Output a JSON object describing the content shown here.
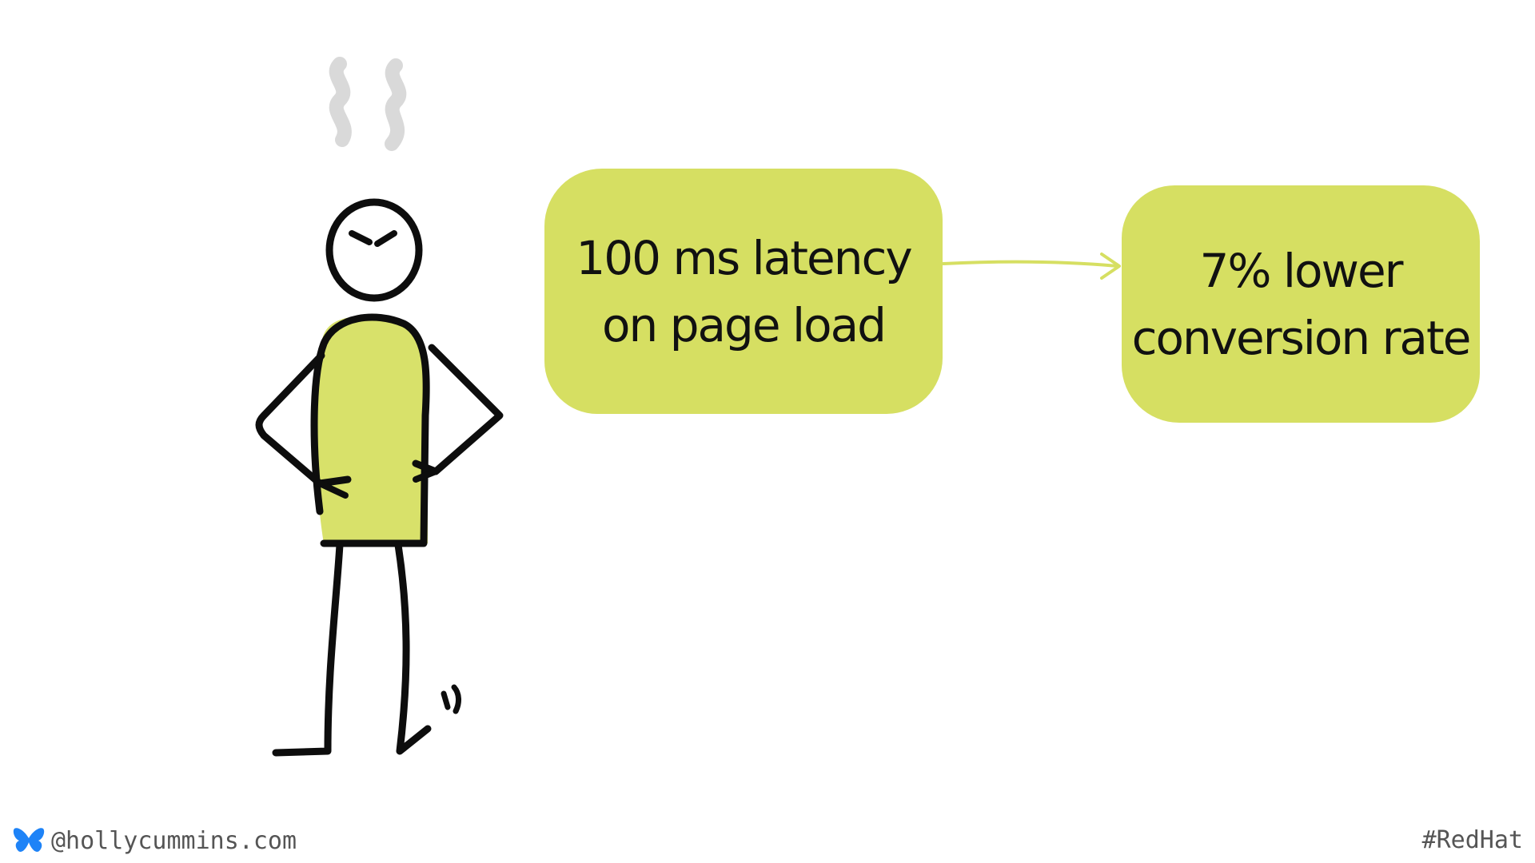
{
  "slide": {
    "boxes": [
      {
        "line1": "100 ms latency",
        "line2": "on page load"
      },
      {
        "line1": "7% lower",
        "line2": "conversion rate"
      }
    ],
    "footer": {
      "handle": "@hollycummins.com",
      "hashtag": "#RedHat"
    },
    "icons": {
      "social": "butterfly-icon",
      "character": "angry-stick-figure",
      "connector": "arrow-right-icon"
    },
    "colors": {
      "accent": "#d6df62",
      "ink": "#111111",
      "footer_text": "#555555",
      "butterfly": "#1e83f7"
    }
  }
}
